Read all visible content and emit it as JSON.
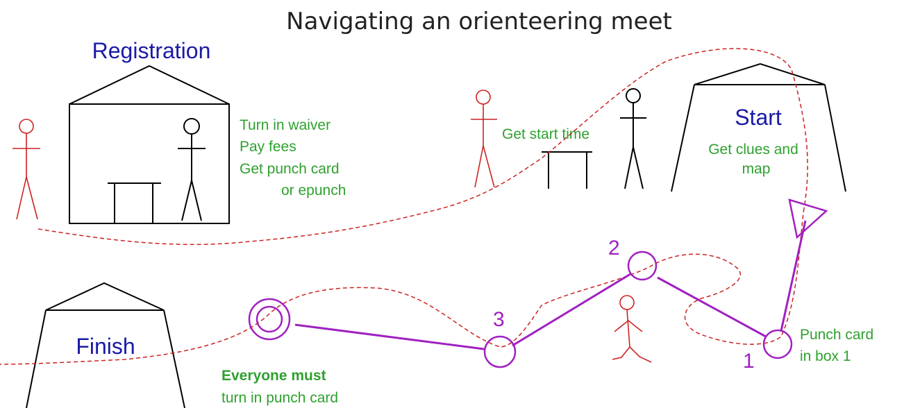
{
  "title": "Navigating an orienteering meet",
  "places": {
    "registration": "Registration",
    "start": "Start",
    "finish": "Finish"
  },
  "notes": {
    "registration": [
      "Turn in waiver",
      "Pay fees",
      "Get punch card",
      "or epunch"
    ],
    "start_time": "Get start time",
    "start": [
      "Get clues and",
      "map"
    ],
    "punch": [
      "Punch card",
      "in box 1"
    ],
    "finish": [
      "Everyone must",
      "turn in punch card"
    ]
  },
  "controls": {
    "c1": "1",
    "c2": "2",
    "c3": "3"
  },
  "colors": {
    "place_label": "#1a1aa6",
    "note_text": "#2ea12e",
    "course": "#a020c0",
    "route": "#cc2222",
    "staff": "#000000"
  }
}
